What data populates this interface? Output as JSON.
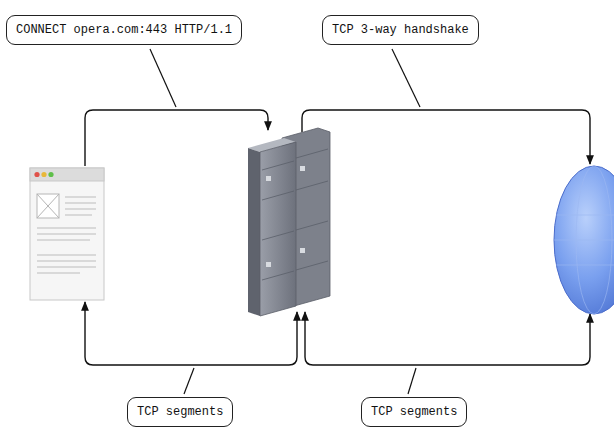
{
  "diagram": {
    "nodes": [
      {
        "text": [
          "CONNECT opera.com:443 HTTP/1.1"
        ]
      },
      {
        "text": [
          "TCP 3-way handshake"
        ]
      },
      {
        "text": [
          "TCP segments"
        ]
      },
      {
        "text": [
          "TCP segments"
        ]
      }
    ]
  }
}
